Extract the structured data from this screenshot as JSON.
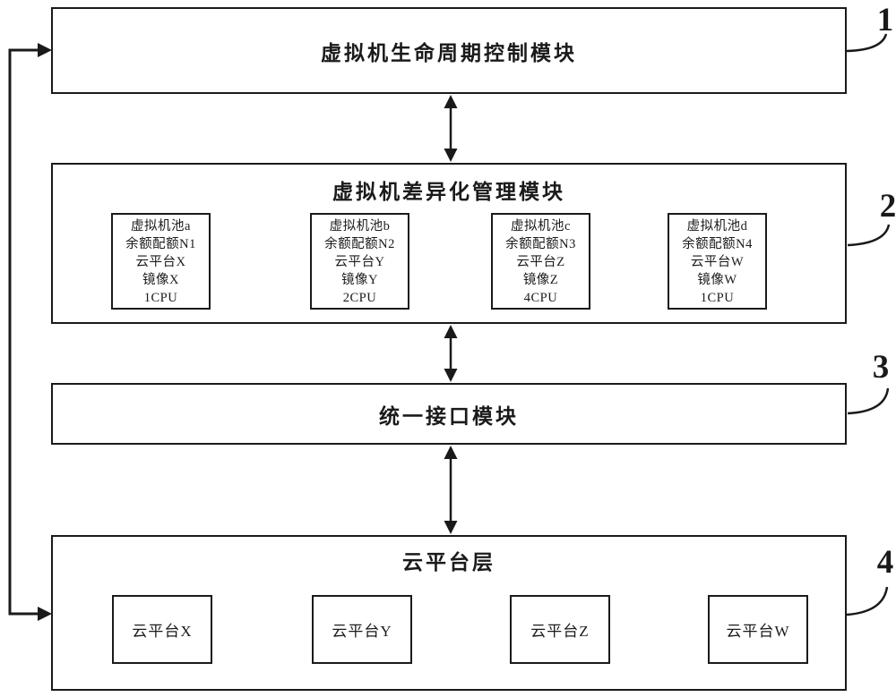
{
  "diagram": {
    "colors": {
      "line": "#1a1a1a",
      "background": "#ffffff"
    },
    "module1": {
      "title": "虚拟机生命周期控制模块",
      "label": "1"
    },
    "module2": {
      "title": "虚拟机差异化管理模块",
      "label": "2",
      "pools": [
        {
          "lines": [
            "虚拟机池a",
            "余额配额N1",
            "云平台X",
            "镜像X",
            "1CPU"
          ]
        },
        {
          "lines": [
            "虚拟机池b",
            "余额配额N2",
            "云平台Y",
            "镜像Y",
            "2CPU"
          ]
        },
        {
          "lines": [
            "虚拟机池c",
            "余额配额N3",
            "云平台Z",
            "镜像Z",
            "4CPU"
          ]
        },
        {
          "lines": [
            "虚拟机池d",
            "余额配额N4",
            "云平台W",
            "镜像W",
            "1CPU"
          ]
        }
      ]
    },
    "module3": {
      "title": "统一接口模块",
      "label": "3"
    },
    "module4": {
      "title": "云平台层",
      "label": "4",
      "platforms": [
        "云平台X",
        "云平台Y",
        "云平台Z",
        "云平台W"
      ]
    }
  }
}
